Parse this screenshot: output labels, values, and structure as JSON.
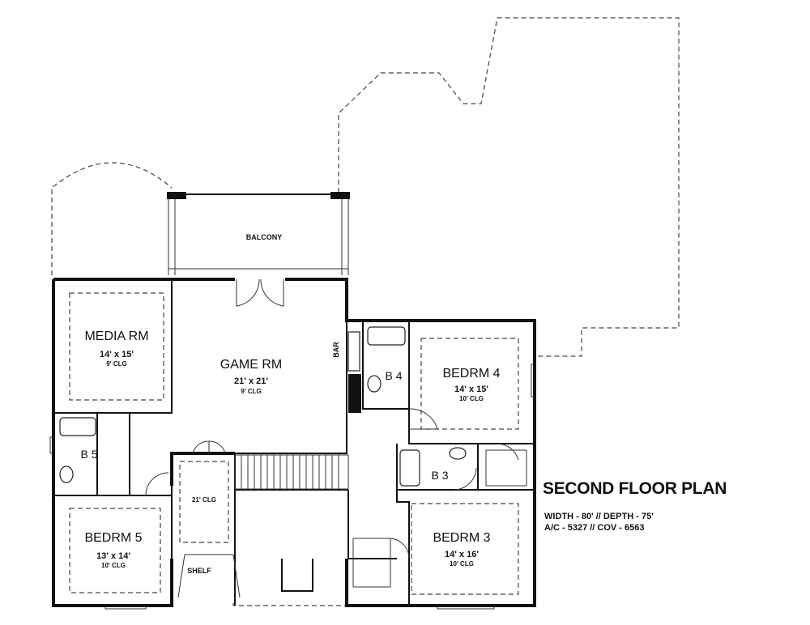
{
  "title": "SECOND FLOOR PLAN",
  "info": {
    "line1": "WIDTH - 80' // DEPTH - 75'",
    "line2": "A/C - 5327 // COV - 6563"
  },
  "rooms": {
    "balcony": {
      "name": "BALCONY"
    },
    "media": {
      "name": "MEDIA RM",
      "dim": "14' x 15'",
      "clg": "9' CLG"
    },
    "game": {
      "name": "GAME RM",
      "dim": "21' x 21'",
      "clg": "9' CLG"
    },
    "bar": {
      "name": "BAR"
    },
    "bath4": {
      "name": "B 4"
    },
    "bedrm4": {
      "name": "BEDRM 4",
      "dim": "14' x 15'",
      "clg": "10' CLG"
    },
    "bath5": {
      "name": "B 5"
    },
    "bath3": {
      "name": "B 3"
    },
    "closet": {
      "clg": "21' CLG"
    },
    "shelf": {
      "name": "SHELF"
    },
    "bedrm5": {
      "name": "BEDRM 5",
      "dim": "13' x 14'",
      "clg": "10' CLG"
    },
    "bedrm3": {
      "name": "BEDRM 3",
      "dim": "14' x 16'",
      "clg": "10' CLG"
    }
  }
}
